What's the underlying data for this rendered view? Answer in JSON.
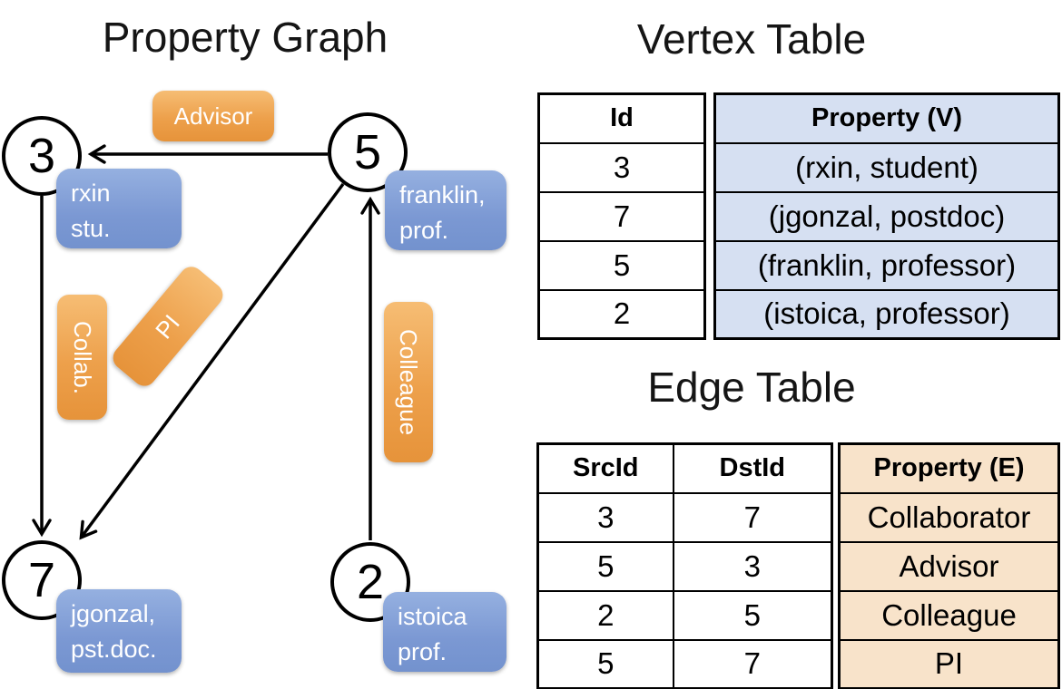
{
  "graph": {
    "title": "Property Graph",
    "nodes": [
      {
        "id": "3",
        "label_lines": [
          "rxin",
          "stu."
        ]
      },
      {
        "id": "5",
        "label_lines": [
          "franklin,",
          "prof."
        ]
      },
      {
        "id": "7",
        "label_lines": [
          "jgonzal,",
          "pst.doc."
        ]
      },
      {
        "id": "2",
        "label_lines": [
          "istoica",
          "prof."
        ]
      }
    ],
    "edge_labels": {
      "advisor": "Advisor",
      "collab": "Collab.",
      "pi": "PI",
      "colleague": "Colleague"
    },
    "edges": [
      {
        "src": "5",
        "dst": "3",
        "label": "Advisor"
      },
      {
        "src": "3",
        "dst": "7",
        "label": "Collab."
      },
      {
        "src": "5",
        "dst": "7",
        "label": "PI"
      },
      {
        "src": "2",
        "dst": "5",
        "label": "Colleague"
      }
    ]
  },
  "vertex_table": {
    "title": "Vertex Table",
    "columns": [
      "Id",
      "Property (V)"
    ],
    "rows": [
      [
        "3",
        "(rxin, student)"
      ],
      [
        "7",
        "(jgonzal, postdoc)"
      ],
      [
        "5",
        "(franklin, professor)"
      ],
      [
        "2",
        "(istoica, professor)"
      ]
    ]
  },
  "edge_table": {
    "title": "Edge Table",
    "columns": [
      "SrcId",
      "DstId",
      "Property (E)"
    ],
    "rows": [
      [
        "3",
        "7",
        "Collaborator"
      ],
      [
        "5",
        "3",
        "Advisor"
      ],
      [
        "2",
        "5",
        "Colleague"
      ],
      [
        "5",
        "7",
        "PI"
      ]
    ]
  },
  "colors": {
    "edge_label_fill": "#EDA04B",
    "vertex_label_fill": "#7B98D3",
    "vertex_property_bg": "#D6E0F2",
    "edge_property_bg": "#F8E3CA",
    "line": "#000000"
  }
}
